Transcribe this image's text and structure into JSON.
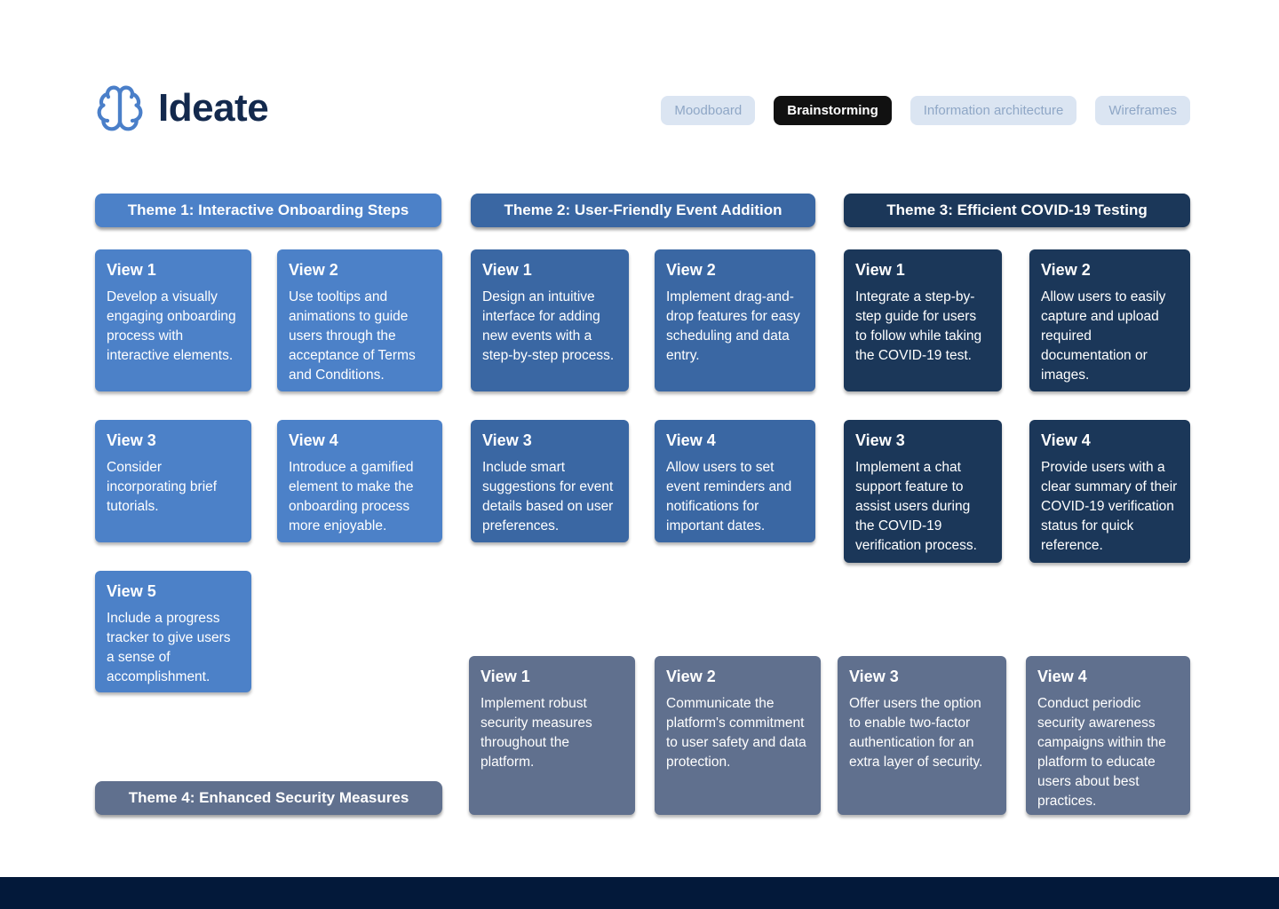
{
  "header": {
    "title": "Ideate",
    "logo_icon": "brain-icon",
    "tabs": [
      {
        "label": "Moodboard",
        "active": false
      },
      {
        "label": "Brainstorming",
        "active": true
      },
      {
        "label": "Information architecture",
        "active": false
      },
      {
        "label": "Wireframes",
        "active": false
      }
    ]
  },
  "colors": {
    "theme1": "#4c81c8",
    "theme2": "#3a67a3",
    "theme3": "#1b3759",
    "theme4": "#60708e",
    "footer_bar": "#03193a",
    "title_text": "#13294d",
    "logo_blue": "#4a7fc9",
    "tab_inactive_bg": "#dbe5f2",
    "tab_inactive_text": "#8fa7c6",
    "tab_active_bg": "#111111",
    "tab_active_text": "#ffffff"
  },
  "themes": [
    {
      "title": "Theme 1: Interactive Onboarding Steps",
      "cards": [
        {
          "title": "View 1",
          "body": "Develop a visually engaging onboarding process with interactive elements."
        },
        {
          "title": "View 2",
          "body": "Use tooltips and animations to guide users through the acceptance of Terms and Conditions."
        },
        {
          "title": "View 3",
          "body": "Consider incorporating brief tutorials."
        },
        {
          "title": "View 4",
          "body": "Introduce a gamified element to make the onboarding process more enjoyable."
        },
        {
          "title": "View 5",
          "body": "Include a progress tracker to give users a sense of accomplishment."
        }
      ]
    },
    {
      "title": "Theme 2: User-Friendly Event Addition",
      "cards": [
        {
          "title": "View 1",
          "body": "Design an intuitive interface for adding new events with a step-by-step process."
        },
        {
          "title": "View 2",
          "body": "Implement drag-and-drop features for easy scheduling and data entry."
        },
        {
          "title": "View 3",
          "body": "Include smart suggestions for event details based on user preferences."
        },
        {
          "title": "View 4",
          "body": "Allow users to set event reminders and notifications for important dates."
        }
      ]
    },
    {
      "title": "Theme 3: Efficient COVID-19 Testing",
      "cards": [
        {
          "title": "View 1",
          "body": "Integrate a step-by-step guide for users to follow while taking the COVID-19 test."
        },
        {
          "title": "View 2",
          "body": "Allow users to easily capture and upload required documentation or images."
        },
        {
          "title": "View 3",
          "body": "Implement a chat support feature to assist users during the COVID-19 verification process."
        },
        {
          "title": "View 4",
          "body": "Provide users with a clear summary of their COVID-19 verification status for quick reference."
        }
      ]
    },
    {
      "title": "Theme 4: Enhanced Security Measures",
      "cards": [
        {
          "title": "View 1",
          "body": "Implement robust security measures throughout the platform."
        },
        {
          "title": "View 2",
          "body": "Communicate the platform's commitment to user safety and data protection."
        },
        {
          "title": "View 3",
          "body": "Offer users the option to enable two-factor authentication for an extra layer of security."
        },
        {
          "title": "View 4",
          "body": "Conduct periodic security awareness campaigns within the platform to educate users about best practices."
        }
      ]
    }
  ]
}
